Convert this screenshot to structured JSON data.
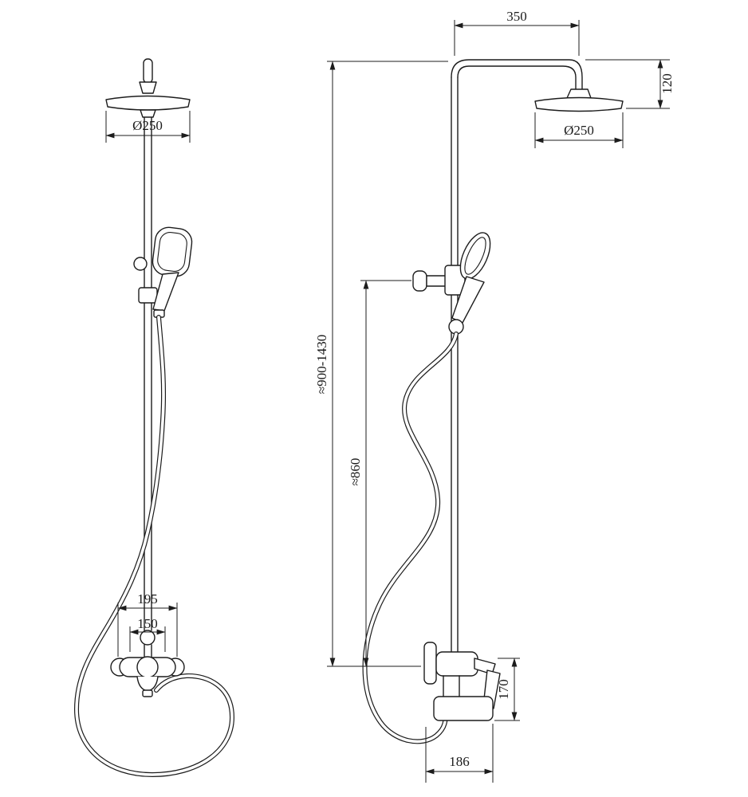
{
  "drawing": {
    "kind": "shower-column-technical-drawing",
    "front_view": {
      "dim_head_diameter": "Ø250",
      "dim_mixer_width": "195",
      "dim_inlet_spacing": "150"
    },
    "side_view": {
      "dim_arm_reach": "350",
      "dim_head_drop": "120",
      "dim_head_diameter": "Ø250",
      "dim_total_height": "≈900-1430",
      "dim_hose_outlet_height": "≈860",
      "dim_mixer_height": "170",
      "dim_spout_reach": "186"
    }
  }
}
